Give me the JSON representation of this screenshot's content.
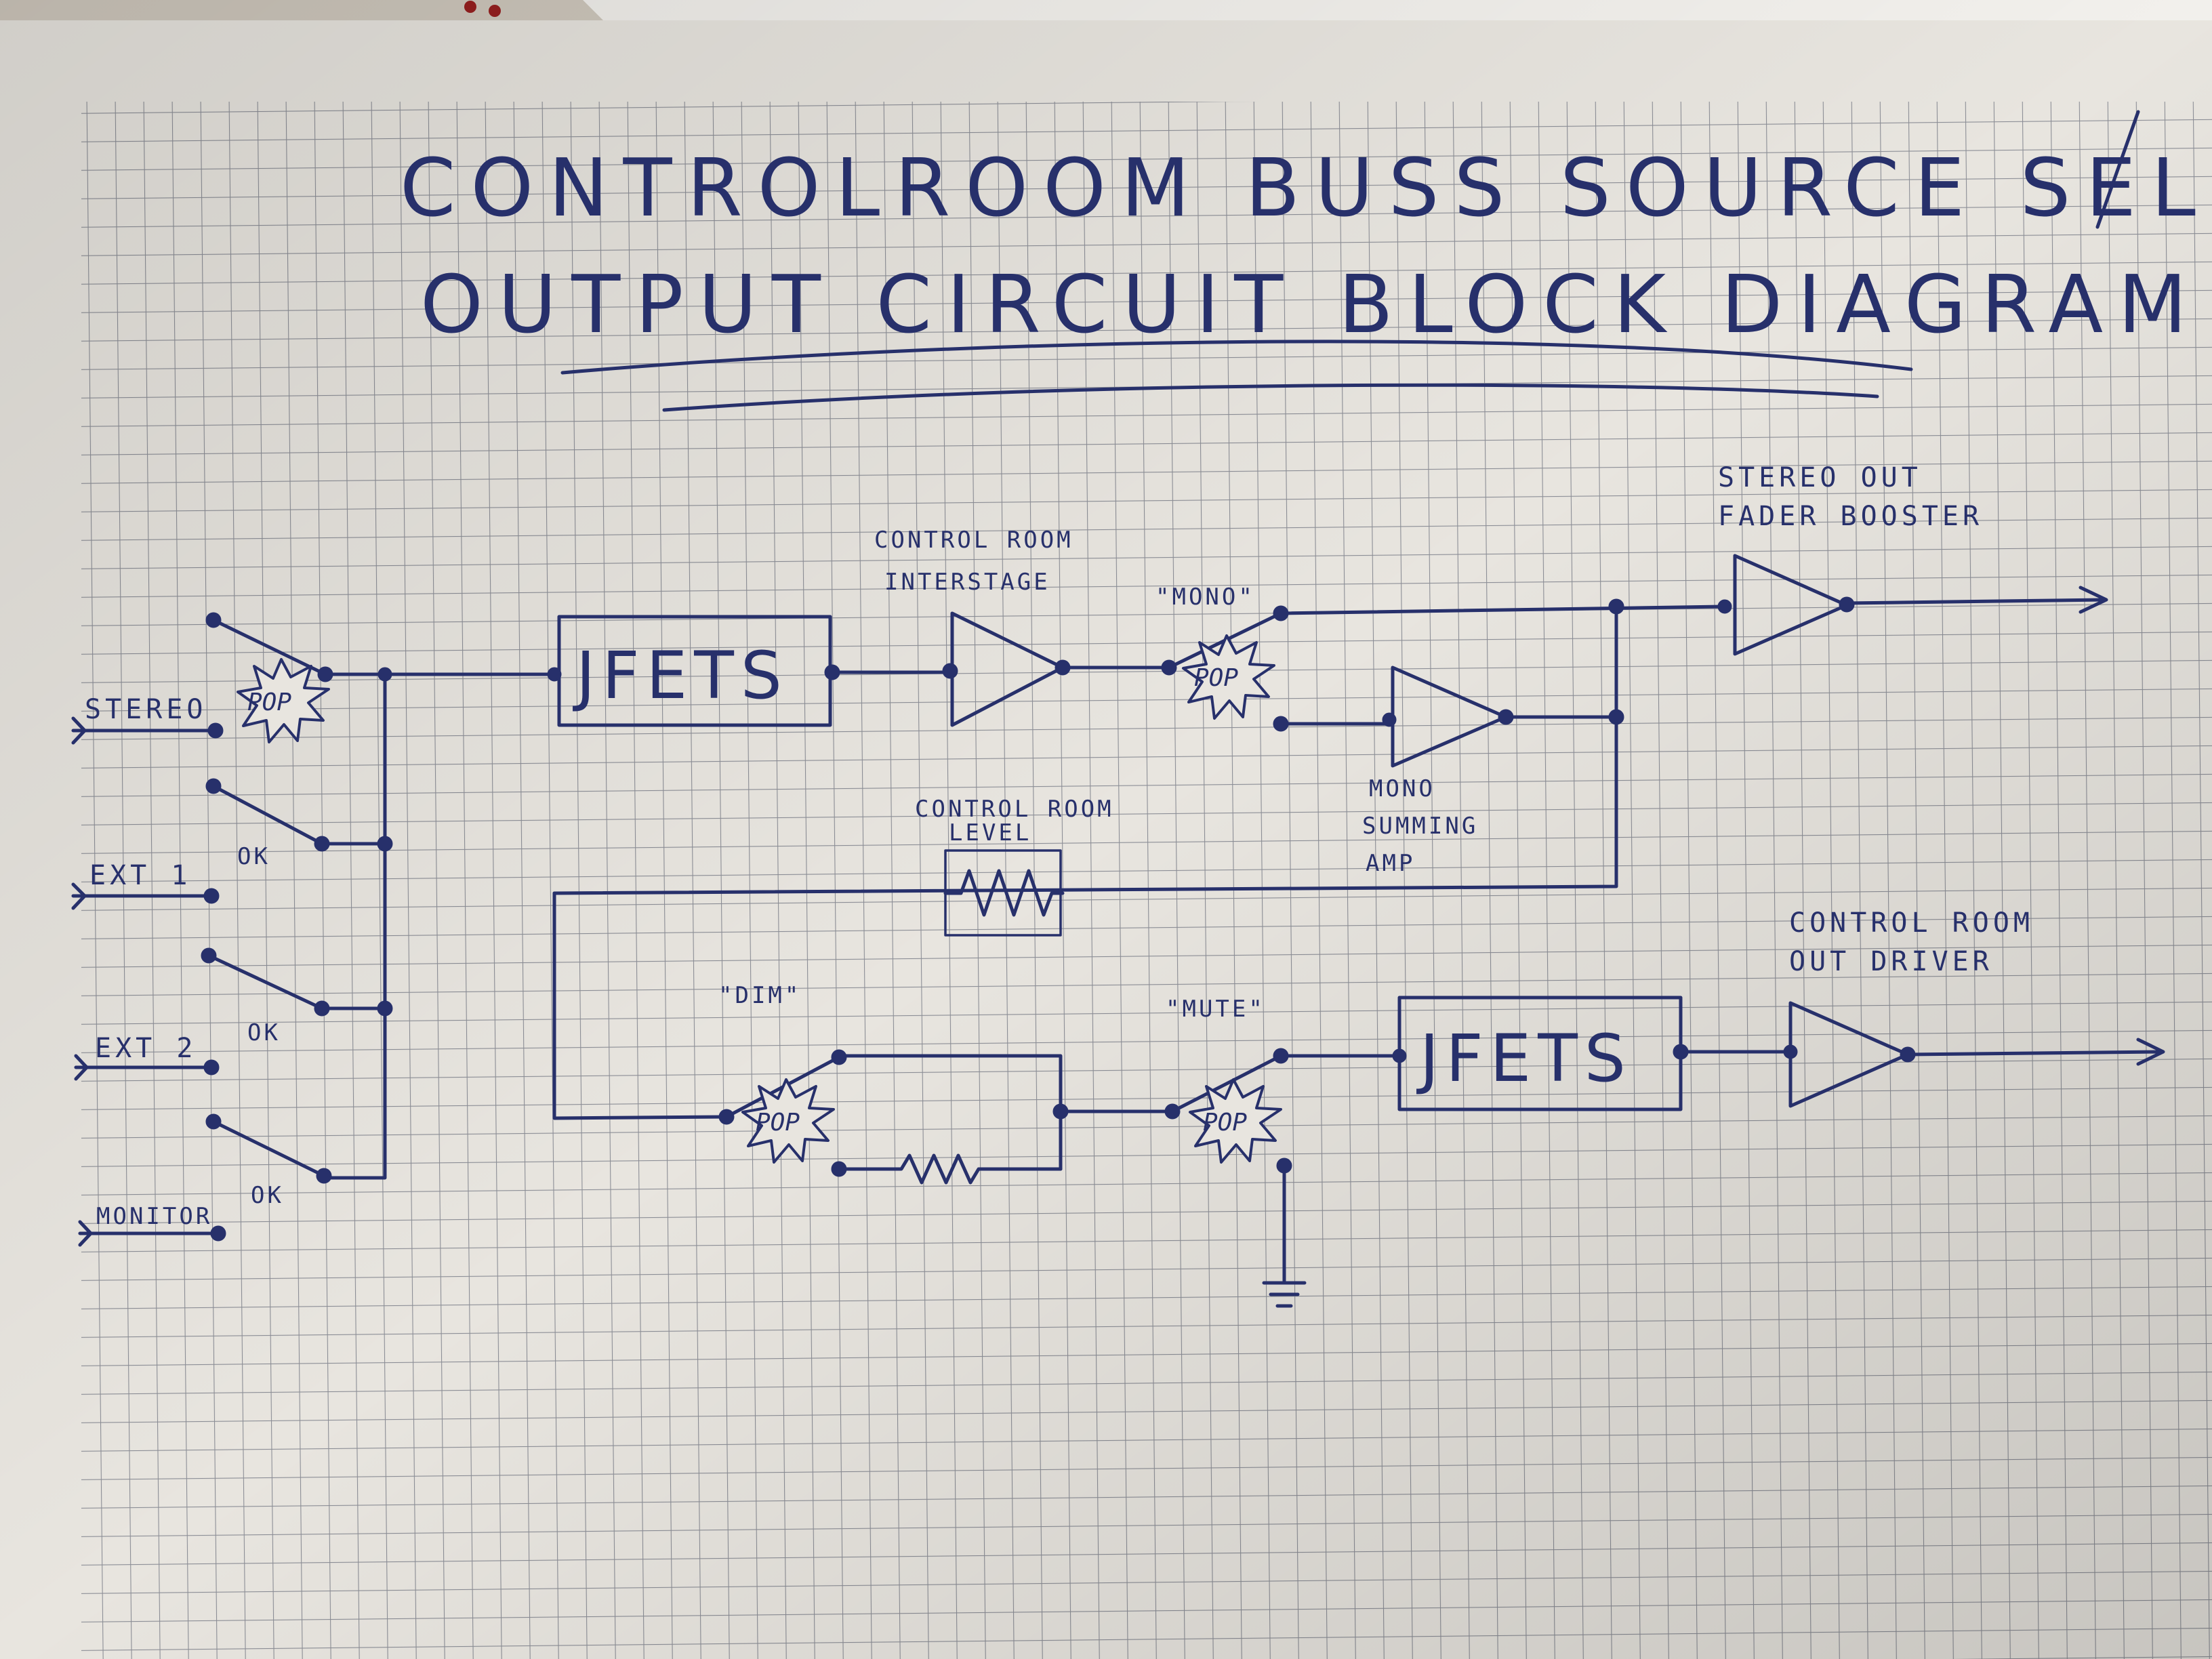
{
  "title": {
    "line1": "CONTROLROOM BUSS SOURCE SELECT/",
    "line2": "OUTPUT CIRCUIT BLOCK DIAGRAM"
  },
  "inputs": {
    "stereo": "STEREO",
    "ext1": "EXT 1",
    "ext2": "EXT 2",
    "monitor": "MONITOR"
  },
  "switch_notes": {
    "pop": "POP",
    "ok": "OK"
  },
  "blocks": {
    "jfets_top": "JFETS",
    "jfets_bottom": "JFETS",
    "interstage": [
      "CONTROL ROOM",
      "INTERSTAGE"
    ],
    "mono_switch": "\"MONO\"",
    "mono_amp": [
      "MONO",
      "SUMMING",
      "AMP"
    ],
    "booster": [
      "STEREO OUT",
      "FADER BOOSTER"
    ],
    "level": [
      "CONTROL ROOM",
      "LEVEL"
    ],
    "dim_switch": "\"DIM\"",
    "mute_switch": "\"MUTE\"",
    "out_driver": [
      "CONTROL ROOM",
      "OUT DRIVER"
    ]
  },
  "colors": {
    "ink": "#27306b",
    "paper": "#e8e5df",
    "grid": "#8c8e96",
    "background": "#cfc8bd"
  }
}
